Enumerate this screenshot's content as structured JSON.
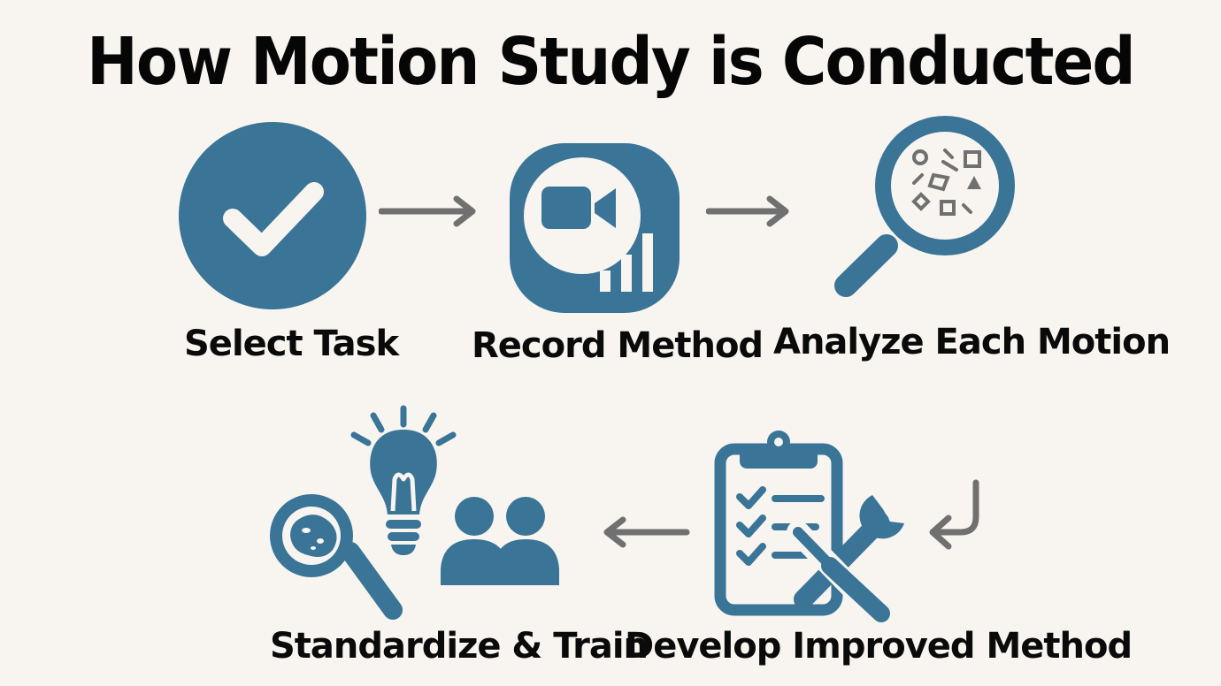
{
  "title": "How Motion Study is Conducted",
  "steps": [
    {
      "label": "Select Task",
      "icon": "checkmark-circle-icon"
    },
    {
      "label": "Record Method",
      "icon": "video-camera-icon"
    },
    {
      "label": "Analyze Each Motion",
      "icon": "magnifying-glass-icon"
    },
    {
      "label": "Develop Improved Method",
      "icon": "clipboard-tools-icon"
    },
    {
      "label": "Standardize & Train",
      "icon": "lightbulb-team-icon"
    }
  ],
  "colors": {
    "background": "#f8f5f1",
    "icon": "#3a7497",
    "arrow": "#707070",
    "text": "#0a0a0a"
  }
}
